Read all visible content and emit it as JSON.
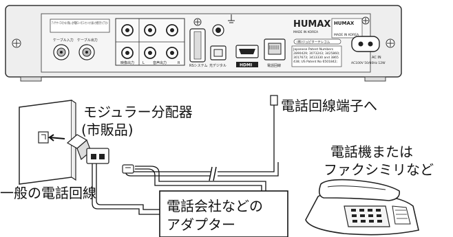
{
  "device": {
    "brand_main": "HUMAX",
    "brand_small": "HUMAX",
    "made_in_main": "MADE IN KOREA",
    "made_in_small": "MADE IN KOREA",
    "notice": "アンテナケーブルをつなぐ際は、必ず電源コードをコンセントから抜いた状態で行って下さい",
    "cable_in_label": "ケーブル入力",
    "cable_out_label": "ケーブル出力",
    "video_out_label": "映像出力",
    "audio_out_label": "音声出力",
    "audio_l": "L",
    "audio_r": "R",
    "port_system_label": "RSシステム",
    "port_optical_label": "光デジタル",
    "port_hdmi_label": "HDMI",
    "port_phone_label": "電話回線",
    "ac_in_label": "AC IN",
    "ac_rating": "AC100V 50/60Hz 12W",
    "patent_numbers": [
      "Japanese Patent Numbers",
      "2890429; 3073243; 3425860;",
      "3017673; 3413330 and 3865",
      "438; US Patent No 6501842;"
    ],
    "jcom_label": "(株)ジュピターテレコム"
  },
  "diagram": {
    "modular_splitter_line1": "モジュラー分配器",
    "modular_splitter_line2": "(市販品)",
    "to_phone_jack": "電話回線端子へ",
    "phone_fax_line1": "電話機または",
    "phone_fax_line2": "ファクシミリなど",
    "general_phone_line": "一般の電話回線",
    "adapter_line1": "電話会社などの",
    "adapter_line2": "アダプター"
  }
}
